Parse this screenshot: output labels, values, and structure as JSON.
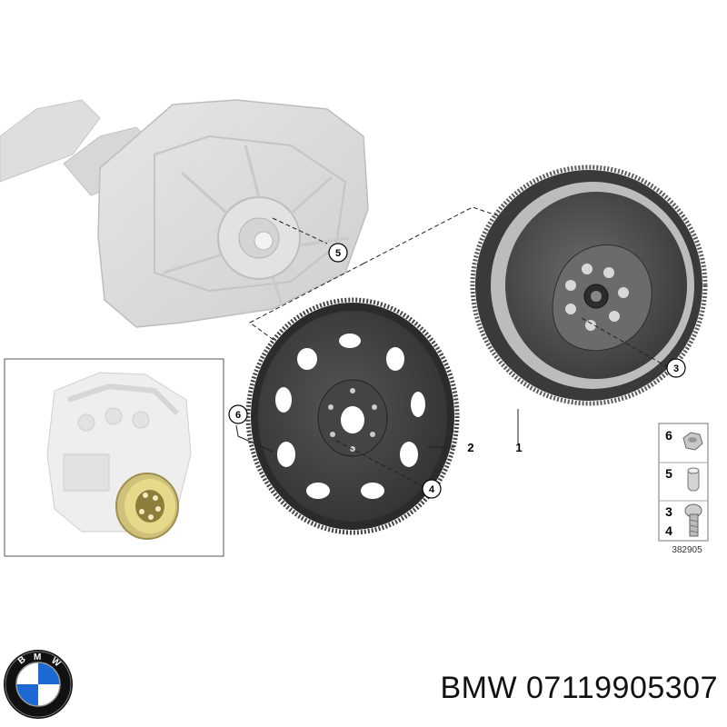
{
  "callouts": {
    "c1": "1",
    "c2": "2",
    "c3": "3",
    "c4": "4",
    "c5": "5",
    "c6": "6"
  },
  "legend": {
    "items": [
      {
        "number": "6",
        "part_icon": "hex-nut-icon"
      },
      {
        "number": "5",
        "part_icon": "dowel-pin-icon"
      },
      {
        "number": "3",
        "part_icon": "bolt-icon"
      },
      {
        "number": "4",
        "part_icon": "bolt-icon"
      }
    ],
    "diagram_id": "382905"
  },
  "footer": {
    "brand": "BMW",
    "part_number": "07119905307"
  },
  "logo": {
    "lettering": "BMW",
    "colors": {
      "ring": "#111111",
      "blue": "#1c69d4",
      "white": "#ffffff"
    }
  },
  "colors": {
    "engine_ghost": "#d9d9d9",
    "flywheel_dark": "#4a4a4a",
    "flexplate_dark": "#3e3e3e",
    "highlight_gold": "#e6d98a"
  }
}
